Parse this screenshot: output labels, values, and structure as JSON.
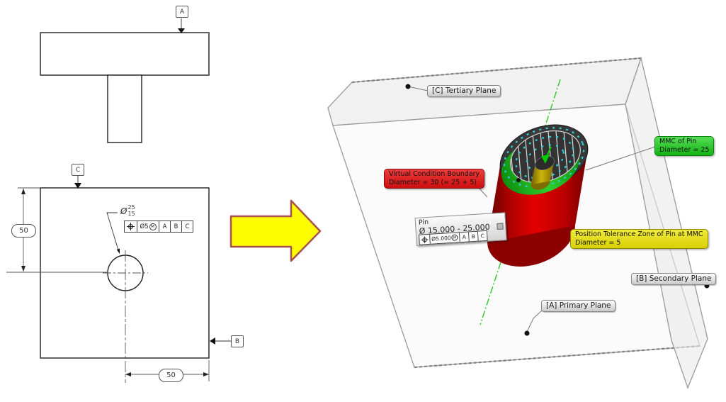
{
  "drawing_2d": {
    "datum_a": "A",
    "datum_b": "B",
    "datum_c": "C",
    "dim_left": "50",
    "dim_bottom": "50",
    "hole_dia_symbol": "Ø",
    "hole_upper_limit": "25",
    "hole_lower_limit": "15",
    "fcf": {
      "position_symbol_icon": "position-target-icon",
      "tolerance": "Ø5",
      "modifier": "M",
      "datum_1": "A",
      "datum_2": "B",
      "datum_3": "C"
    }
  },
  "scene_3d": {
    "tertiary_plane_label": "[C] Tertiary Plane",
    "secondary_plane_label": "[B] Secondary Plane",
    "primary_plane_label": "[A] Primary Plane",
    "mmc_note": {
      "line1": "MMC of Pin",
      "line2": "Diameter = 25"
    },
    "vcb_note": {
      "line1": "Virtual Condition Boundary",
      "line2": "Diameter = 30 (= 25 + 5)"
    },
    "ptz_note": {
      "line1": "Position Tolerance Zone of Pin at MMC",
      "line2": "Diameter = 5"
    },
    "pin_callout": {
      "title": "Pin",
      "size_range": "Ø 15.000 - 25.000",
      "fcf": {
        "position_symbol_icon": "position-target-icon",
        "tolerance": "Ø5.000",
        "modifier": "M",
        "datum_1": "A",
        "datum_2": "B",
        "datum_3": "C"
      }
    }
  },
  "colors": {
    "mmc_green": "#22c822",
    "vcb_red": "#dd1414",
    "ptz_yellow": "#e4dd12",
    "boundary_cylinder_red": "#cc0000",
    "tolerance_zone_gold": "#b49a00",
    "axis_green": "#33cc33",
    "zone_dashes_cyan": "#2fc9cf"
  }
}
